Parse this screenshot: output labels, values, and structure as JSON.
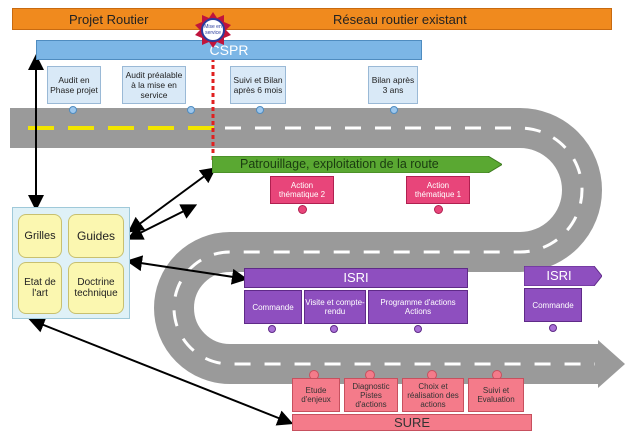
{
  "banner": {
    "left_label": "Projet Routier",
    "right_label": "Réseau routier existant",
    "color": "#f08a1e"
  },
  "seal": {
    "text": "Mise en service"
  },
  "cspr": {
    "title": "CSPR",
    "stages": [
      "Audit en Phase projet",
      "Audit préalable à la mise en service",
      "Suivi et Bilan après 6 mois",
      "Bilan après 3 ans"
    ]
  },
  "patrol": {
    "label": "Patrouillage, exploitation de la route",
    "color": "#5aa832"
  },
  "actions": [
    "Action thématique 2",
    "Action thématique 1"
  ],
  "isri": {
    "title": "ISRI",
    "items": [
      "Commande",
      "Visite et compte-rendu",
      "Programme d'actions Actions"
    ],
    "title2": "ISRI",
    "item2": "Commande",
    "color": "#8e4fbf"
  },
  "sure": {
    "title": "SURE",
    "steps": [
      "Etude d'enjeux",
      "Diagnostic Pistes d'actions",
      "Choix et réalisation des actions",
      "Suivi et Evaluation"
    ],
    "color": "#f47b8a"
  },
  "tools": {
    "grilles": "Grilles",
    "guides": "Guides",
    "etat": "Etat de l'art",
    "doctrine": "Doctrine technique"
  }
}
